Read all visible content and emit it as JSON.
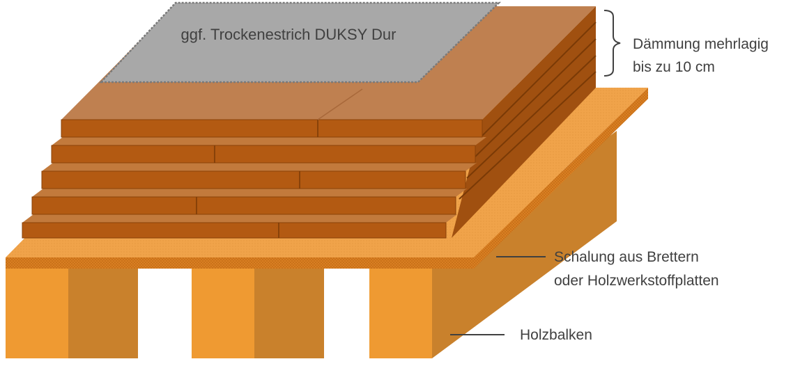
{
  "labels": {
    "screed": "ggf. Trockenestrich DUKSY Dur",
    "insulation_line1": "Dämmung mehrlagig",
    "insulation_line2": "bis zu 10 cm",
    "formwork_line1": "Schalung aus Brettern",
    "formwork_line2": "oder Holzwerkstoffplatten",
    "beams": "Holzbalken"
  },
  "colors": {
    "beam_front": "#ef9a32",
    "beam_side": "#c9812c",
    "board_top": "#f0a34a",
    "board_edge": "#d5771c",
    "insulation_top": "#bf8050",
    "insulation_front": "#b35a12",
    "insulation_side": "#8f4608",
    "screed": "#a8a8a8",
    "leader": "#404040"
  }
}
